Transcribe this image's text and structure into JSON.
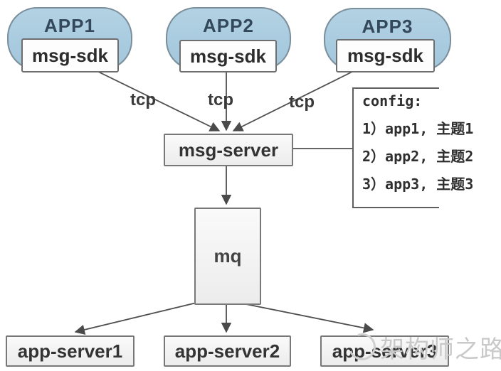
{
  "diagram": {
    "apps": [
      {
        "label": "APP1",
        "sdk_label": "msg-sdk"
      },
      {
        "label": "APP2",
        "sdk_label": "msg-sdk"
      },
      {
        "label": "APP3",
        "sdk_label": "msg-sdk"
      }
    ],
    "tcp_labels": [
      "tcp",
      "tcp",
      "tcp"
    ],
    "msg_server_label": "msg-server",
    "mq_label": "mq",
    "app_servers": [
      "app-server1",
      "app-server2",
      "app-server3"
    ],
    "config_note": {
      "title": "config:",
      "lines": [
        "1）app1, 主题1",
        "2）app2, 主题2",
        "3）app3, 主题3"
      ]
    },
    "watermark_text": "架构师之路",
    "colors": {
      "app_node_fill": "#a9cbdf",
      "app_node_border": "#7a8e9b",
      "box_fill": "#f3f3f3",
      "box_border": "#787878",
      "line": "#4f4f4f",
      "watermark": "#c9c9c9"
    }
  }
}
